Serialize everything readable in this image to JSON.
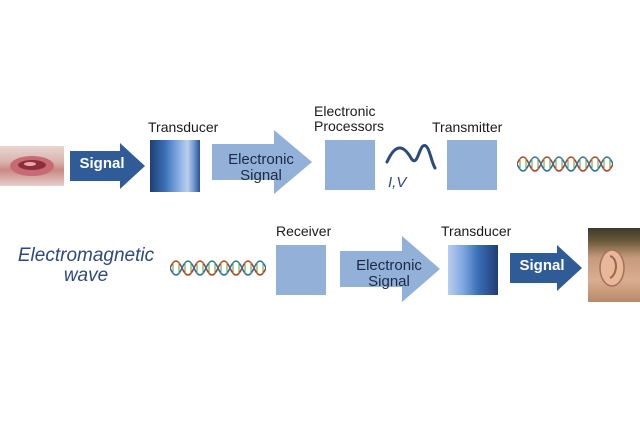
{
  "row1": {
    "signal_arrow_label": "Signal",
    "transducer_label": "Transducer",
    "electronic_signal_line1": "Electronic",
    "electronic_signal_line2": "Signal",
    "processors_line1": "Electronic",
    "processors_line2": "Processors",
    "iv_label": "I,V",
    "transmitter_label": "Transmitter"
  },
  "row2": {
    "em_wave_line1": "Electromagnetic",
    "em_wave_line2": "wave",
    "receiver_label": "Receiver",
    "electronic_signal_line1": "Electronic",
    "electronic_signal_line2": "Signal",
    "transducer_label": "Transducer",
    "signal_arrow_label": "Signal"
  },
  "colors": {
    "box": "#93b0d8",
    "dark_arrow": "#2f5c96",
    "light_arrow": "#93b0d8",
    "accent_text": "#2d4a7f"
  },
  "icons": {
    "mouth": "mouth-photo",
    "ear": "ear-photo",
    "wave": "dna-helix-wave-icon",
    "waveform": "waveform-icon"
  }
}
